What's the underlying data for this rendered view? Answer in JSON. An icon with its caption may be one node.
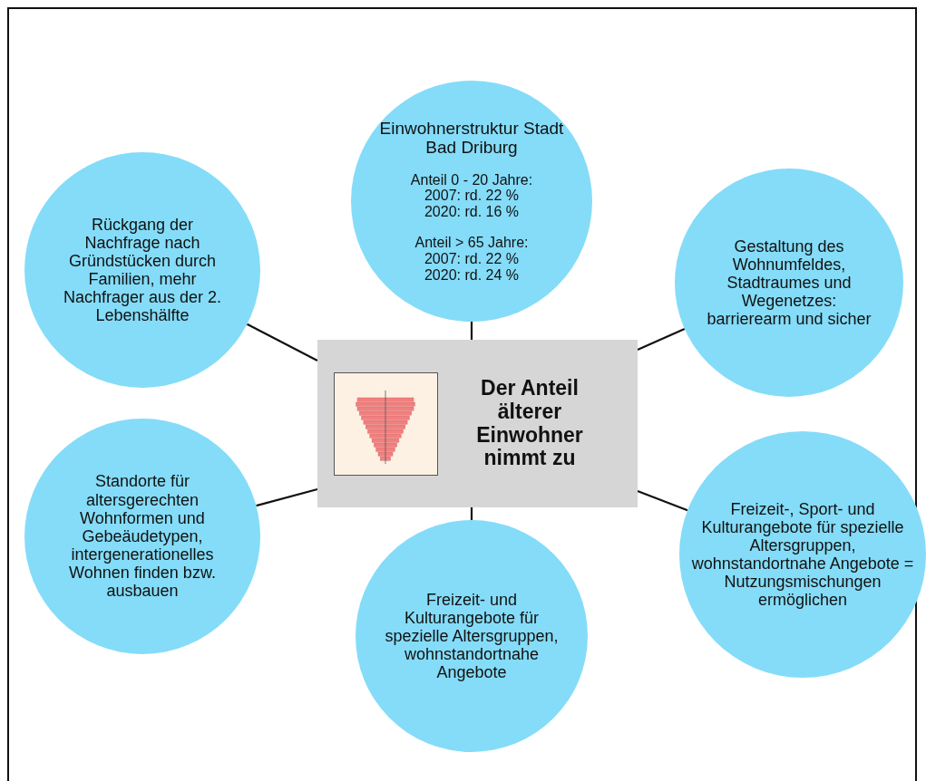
{
  "diagram": {
    "nodes": [
      {
        "text": [
          "Der Anteil älterer Einwohner nimmt zu"
        ]
      },
      {
        "text": [
          "Einwohnerstruktur Stadt Bad Driburg",
          "Anteil 0 - 20 Jahre:",
          "2007: rd. 22 %",
          "2020: rd. 16 %",
          "Anteil > 65 Jahre:",
          "2007: rd. 22 %",
          "2020: rd. 24 %"
        ]
      },
      {
        "text": [
          "Rückgang der Nachfrage nach Gründstücken durch Familien, mehr Nachfrager aus der 2. Lebenshälfte"
        ]
      },
      {
        "text": [
          "Gestaltung des Wohnumfeldes, Stadtraumes und Wegenetzes: barrierearm und sicher"
        ]
      },
      {
        "text": [
          "Standorte für altersgerechten Wohnformen und Gebeäudetypen, intergenerationelles Wohnen finden bzw. ausbauen"
        ]
      },
      {
        "text": [
          "Freizeit- und Kulturangebote für spezielle Altersgruppen, wohnstandortnahe Angebote"
        ]
      },
      {
        "text": [
          "Freizeit-, Sport- und Kulturangebote für spezielle Altersgruppen, wohnstandortnahe Angebote = Nutzungsmischungen ermöglichen"
        ]
      }
    ],
    "edges": [
      {
        "from": 0,
        "to": 1,
        "arrow": "none"
      },
      {
        "from": 0,
        "to": 2,
        "arrow": "none"
      },
      {
        "from": 0,
        "to": 3,
        "arrow": "none"
      },
      {
        "from": 0,
        "to": 4,
        "arrow": "none"
      },
      {
        "from": 0,
        "to": 5,
        "arrow": "none"
      },
      {
        "from": 0,
        "to": 6,
        "arrow": "none"
      }
    ]
  }
}
